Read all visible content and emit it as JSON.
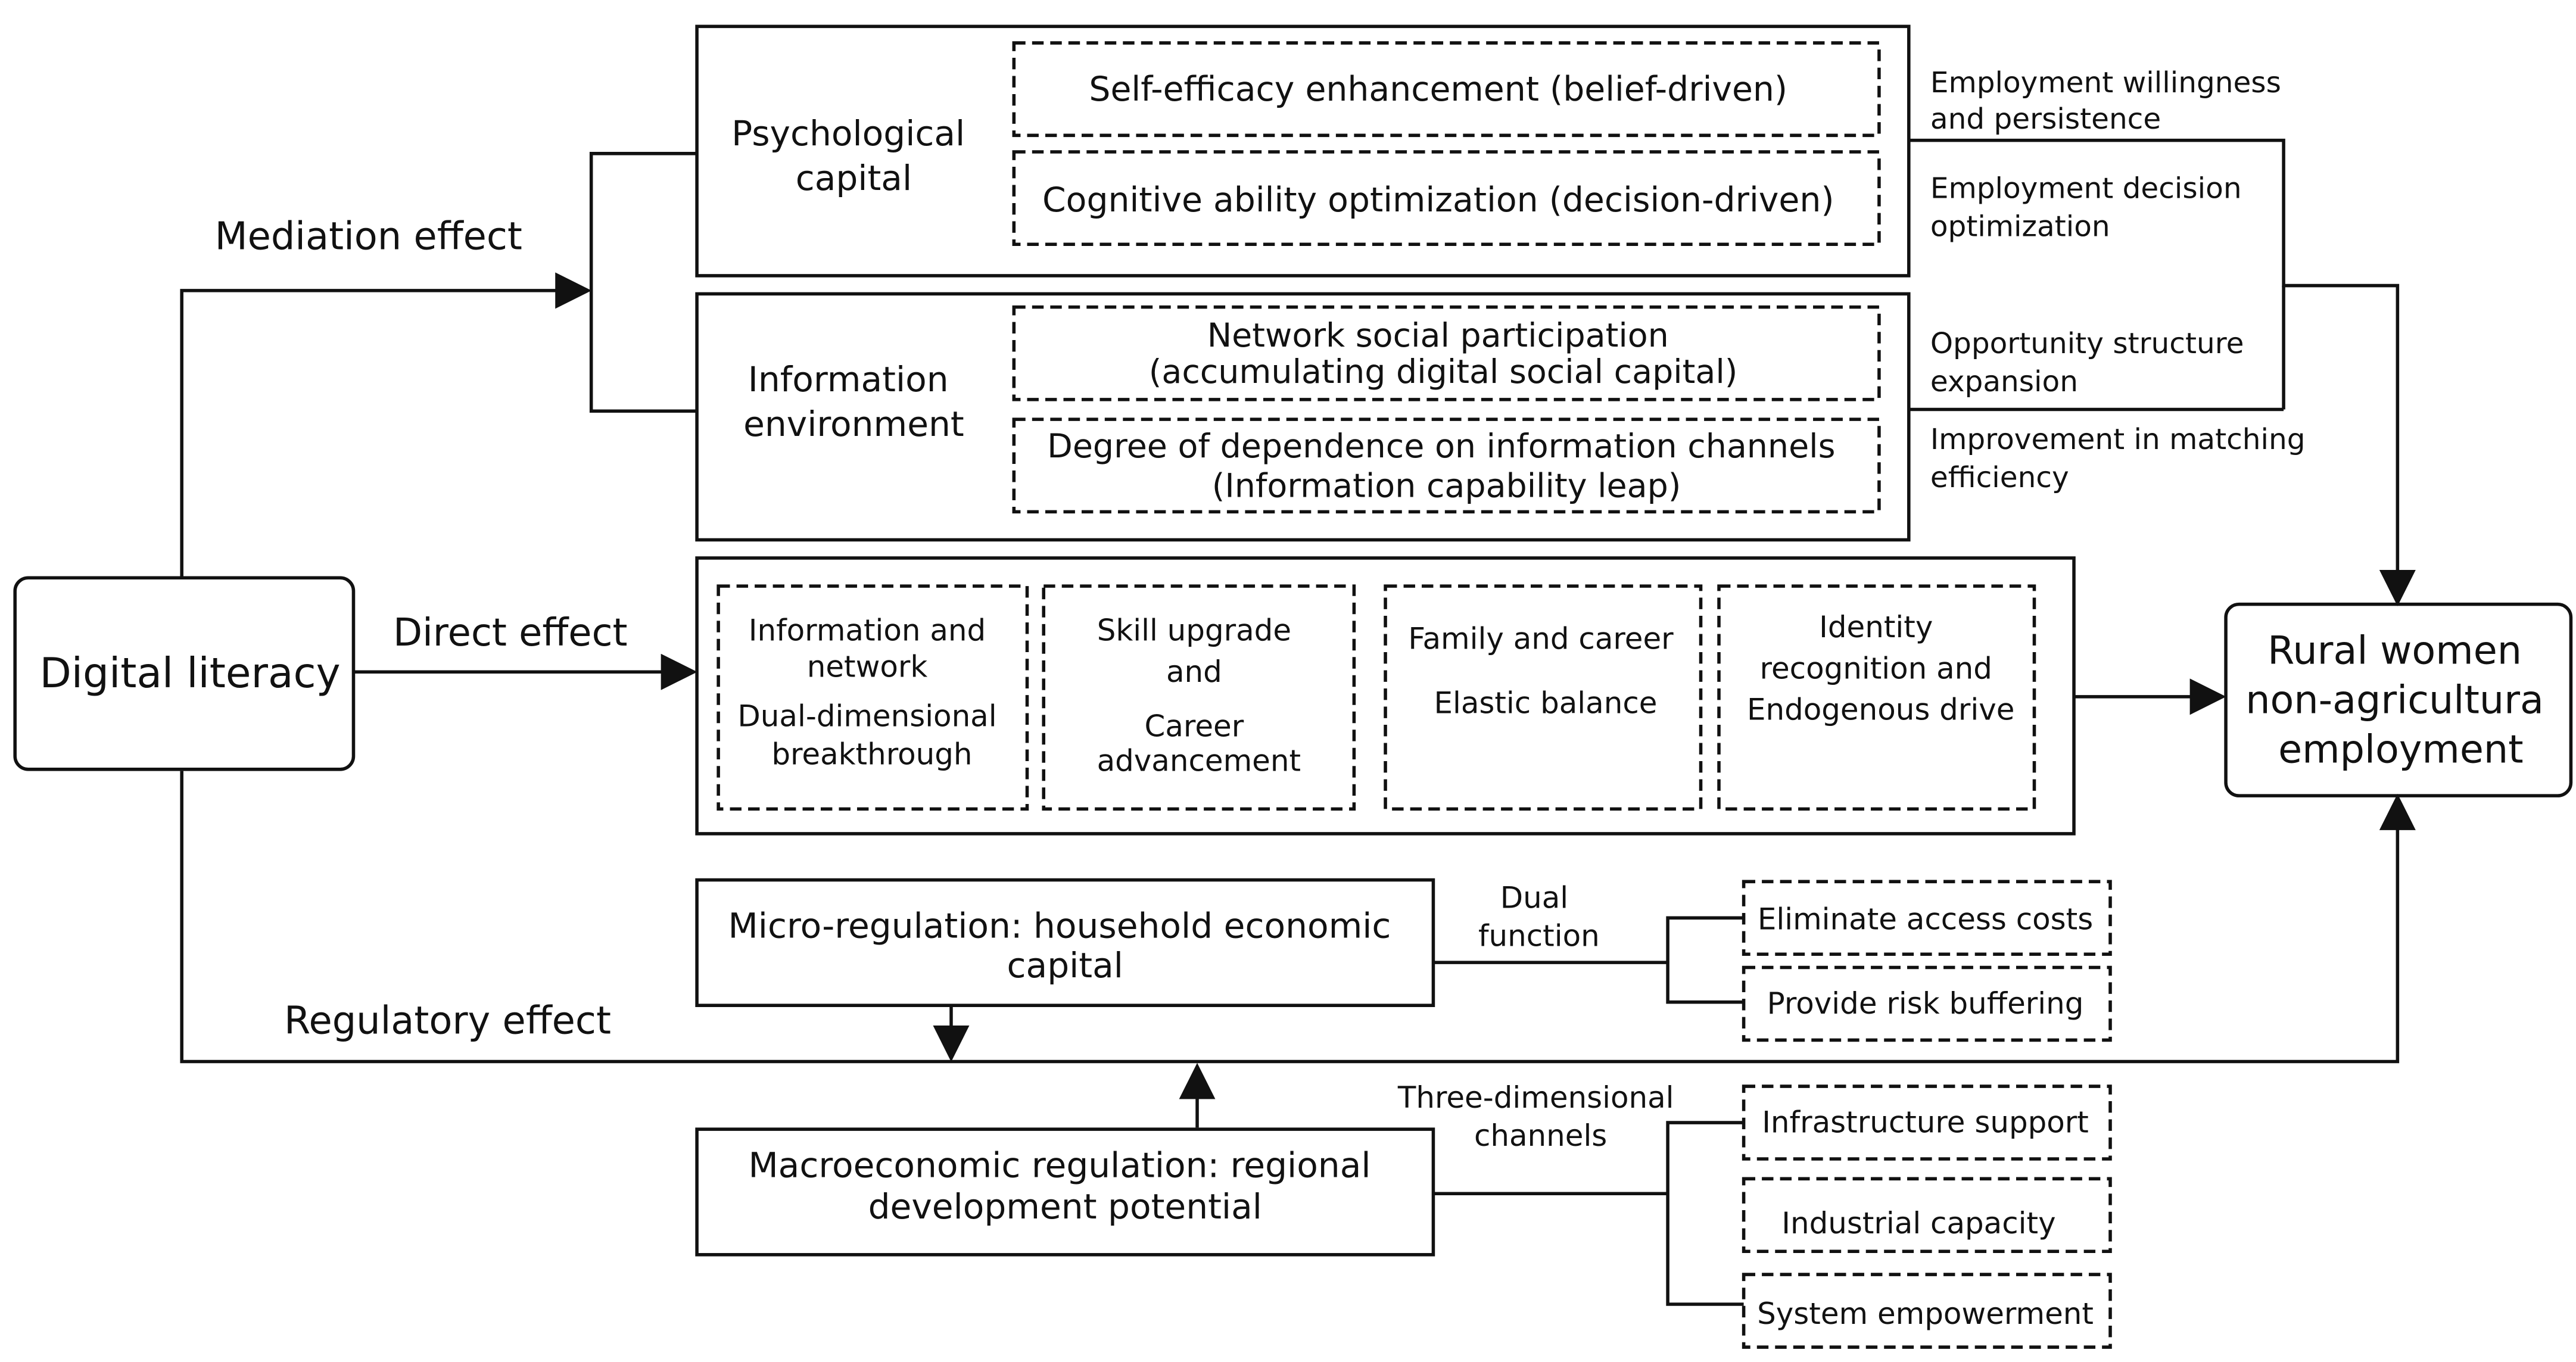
{
  "nodes": {
    "digital_literacy": "Digital literacy",
    "rural_women": [
      "Rural women",
      "non-agricultura",
      "employment"
    ]
  },
  "effects": {
    "mediation": "Mediation effect",
    "direct": "Direct effect",
    "regulatory": "Regulatory effect"
  },
  "mediation": {
    "psychological_capital": {
      "label": [
        "Psychological",
        "capital"
      ],
      "items": [
        [
          "Self-efficacy enhancement (belief-driven)"
        ],
        [
          "Cognitive ability optimization (decision-driven)"
        ]
      ]
    },
    "information_environment": {
      "label": [
        "Information",
        "environment"
      ],
      "items": [
        [
          "Network social participation",
          "(accumulating digital social capital)"
        ],
        [
          "Degree of dependence on information channels",
          "(Information capability leap)"
        ]
      ]
    },
    "outcomes": [
      [
        "Employment willingness",
        "and persistence"
      ],
      [
        "Employment decision",
        "optimization"
      ],
      [
        "Opportunity structure",
        "expansion"
      ],
      [
        "Improvement in matching",
        "efficiency"
      ]
    ]
  },
  "direct": {
    "items": [
      [
        "Information and",
        "network",
        "Dual-dimensional",
        "breakthrough"
      ],
      [
        "Skill upgrade",
        "and",
        "Career",
        "advancement"
      ],
      [
        "Family and career",
        "Elastic balance"
      ],
      [
        "Identity",
        "recognition and",
        "Endogenous drive"
      ]
    ]
  },
  "regulatory": {
    "micro": {
      "label": [
        "Micro-regulation: household economic",
        "capital"
      ],
      "function_label": [
        "Dual",
        "function"
      ],
      "functions": [
        "Eliminate access costs",
        "Provide risk buffering"
      ]
    },
    "macro": {
      "label": [
        "Macroeconomic regulation: regional",
        "development potential"
      ],
      "channel_label": [
        "Three-dimensional",
        "channels"
      ],
      "channels": [
        "Infrastructure support",
        "Industrial capacity",
        "System empowerment"
      ]
    }
  }
}
